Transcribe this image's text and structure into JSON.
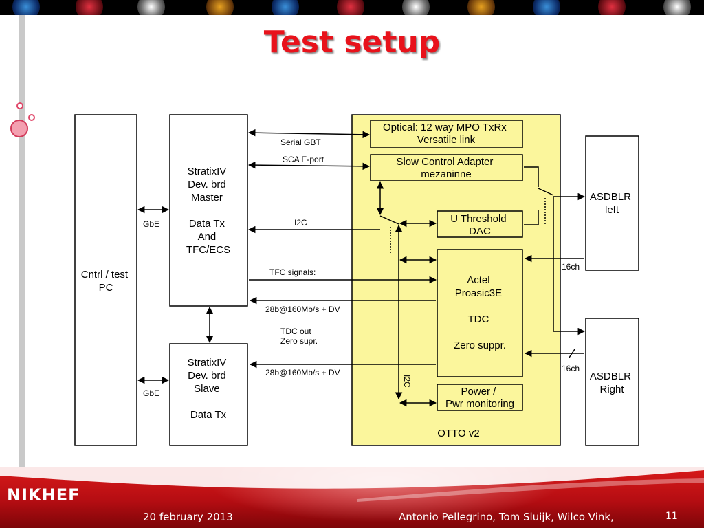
{
  "slide": {
    "title": "Test setup",
    "footer": {
      "date": "20 february 2013",
      "authors": "Antonio Pellegrino, Tom Sluijk,  Wilco Vink,",
      "page": "11",
      "logo_text": "NIKHEF"
    }
  },
  "diagram": {
    "pc": [
      "Cntrl / test",
      "PC"
    ],
    "master": [
      "StratixIV",
      "Dev. brd",
      "Master",
      "",
      "Data Tx",
      "And",
      "TFC/ECS"
    ],
    "slave": [
      "StratixIV",
      "Dev. brd",
      "Slave",
      "",
      "Data Tx"
    ],
    "gbe_top": "GbE",
    "gbe_bottom": "GbE",
    "otto": "OTTO v2",
    "optical": [
      "Optical: 12 way MPO TxRx",
      "Versatile link"
    ],
    "sca": [
      "Slow Control Adapter",
      "mezaninne"
    ],
    "uthr": [
      "U Threshold",
      "DAC"
    ],
    "actel": [
      "Actel",
      "Proasic3E",
      "",
      "TDC",
      "",
      "Zero suppr."
    ],
    "power": [
      "Power /",
      "Pwr monitoring"
    ],
    "asd_left": [
      "ASDBLR",
      "left"
    ],
    "asd_right": [
      "ASDBLR",
      "Right"
    ],
    "link_labels": {
      "serial_gbt": "Serial GBT",
      "sca_eport": "SCA E-port",
      "i2c": "I2C",
      "tfc_signals": "TFC signals:",
      "data_top": "28b@160Mb/s + DV",
      "tdc_out": [
        "TDC out",
        "Zero supr."
      ],
      "data_bottom": "28b@160Mb/s + DV",
      "i2c_vertical": "I2C",
      "ch_left": "16ch",
      "ch_right": "16ch"
    },
    "colors": {
      "otto_fill": "#fbf69c",
      "title_red": "#e8121b"
    }
  }
}
